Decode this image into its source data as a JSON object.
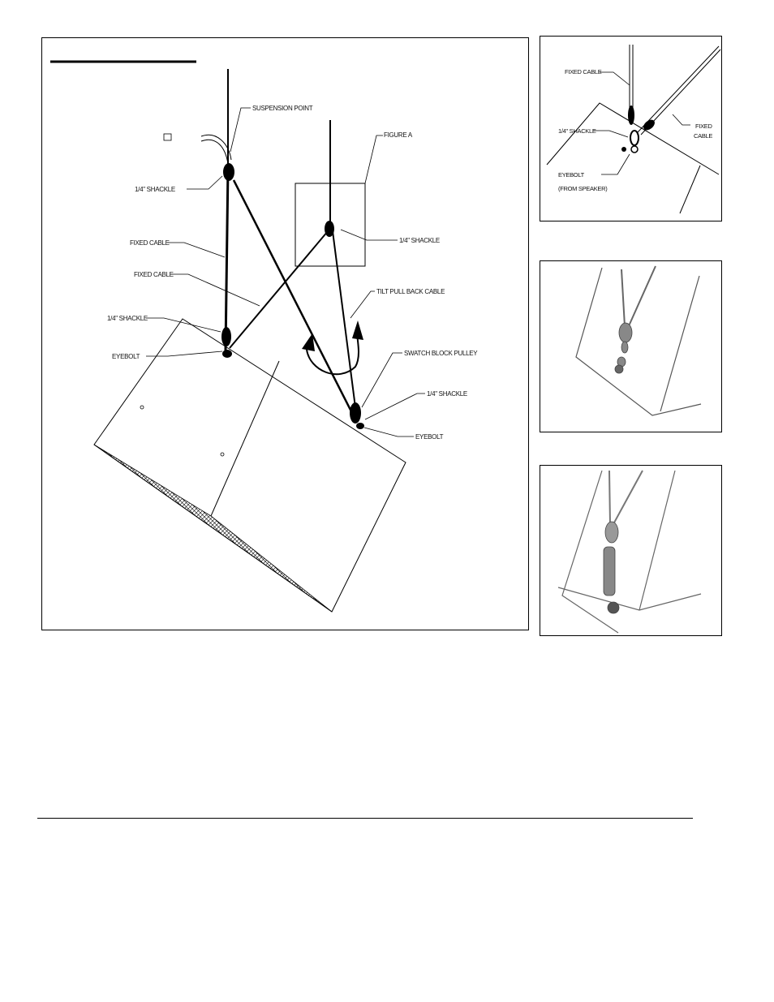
{
  "main_diagram": {
    "labels": {
      "suspension_point": "SUSPENSION POINT",
      "figure_a": "FIGURE A",
      "shackle_top_left": "1/4\" SHACKLE",
      "shackle_right": "1/4\" SHACKLE",
      "fixed_cable_1": "FIXED CABLE",
      "fixed_cable_2": "FIXED CABLE",
      "tilt_pull_back_cable": "TILT PULL BACK CABLE",
      "shackle_lower_left": "1/4\" SHACKLE",
      "eyebolt_left": "EYEBOLT",
      "swatch_block_pulley": "SWATCH BLOCK PULLEY",
      "shackle_lower_right": "1/4\" SHACKLE",
      "eyebolt_right": "EYEBOLT"
    }
  },
  "figure_a_detail": {
    "labels": {
      "fixed_cable_top": "FIXED CABLE",
      "shackle": "1/4\" SHACKLE",
      "fixed_cable_right_line1": "FIXED",
      "fixed_cable_right_line2": "CABLE",
      "eyebolt_line1": "EYEBOLT",
      "eyebolt_line2": "(FROM SPEAKER)"
    }
  },
  "colors": {
    "line": "#000000",
    "background": "#ffffff"
  }
}
